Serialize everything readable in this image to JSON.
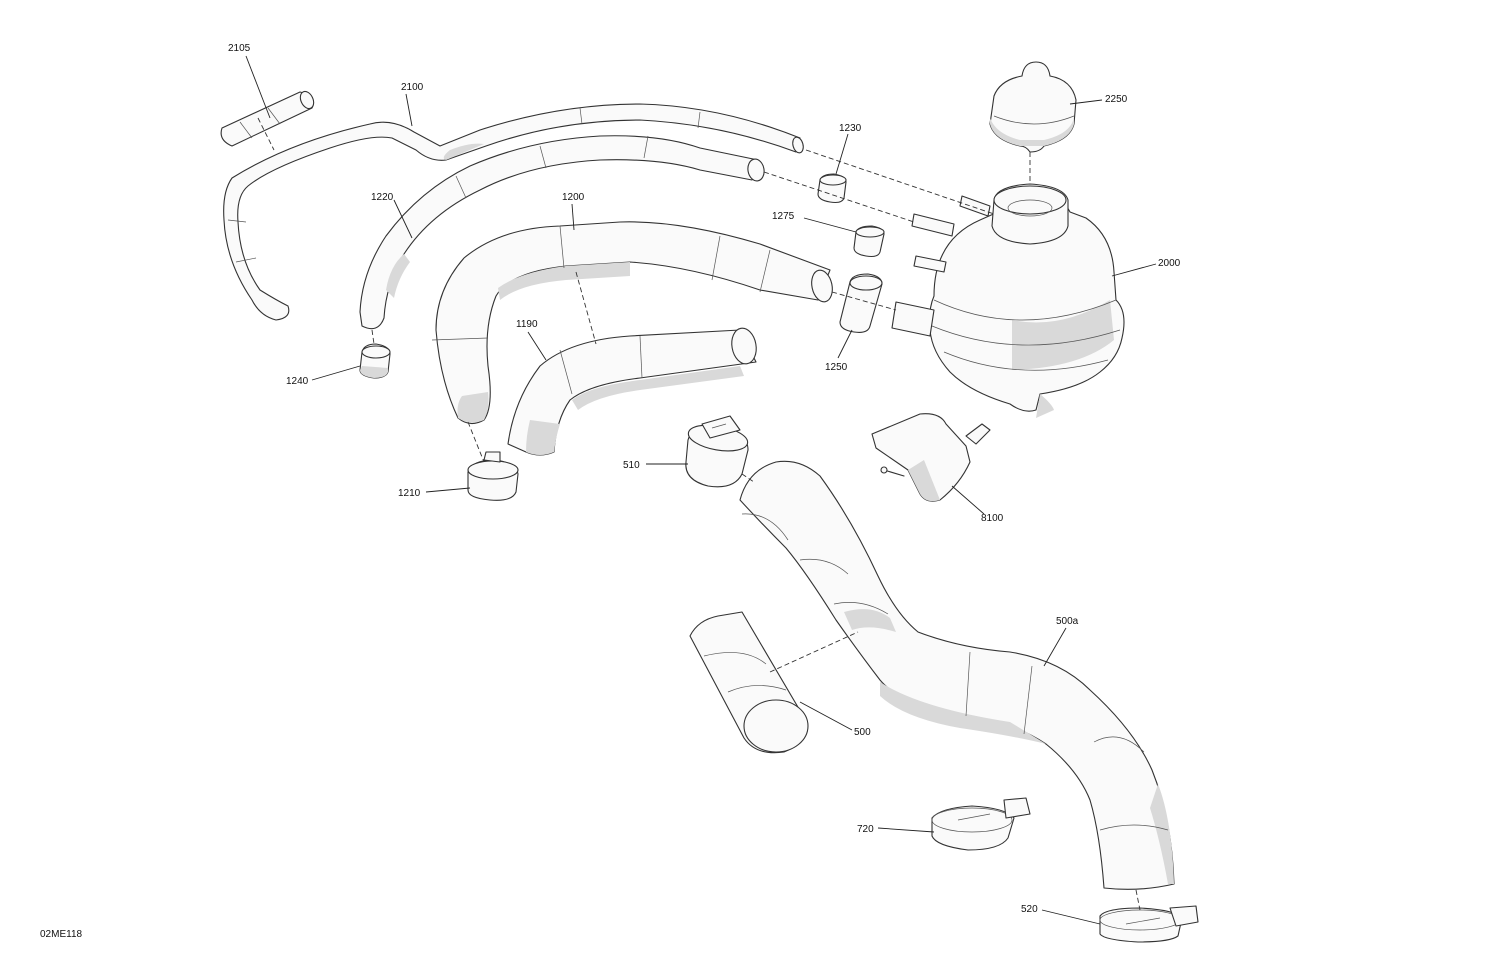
{
  "diagram": {
    "code": "02ME118",
    "labels": {
      "p2105": "2105",
      "p2100": "2100",
      "p1220": "1220",
      "p1200": "1200",
      "p1230": "1230",
      "p1275": "1275",
      "p2250": "2250",
      "p2000": "2000",
      "p1240": "1240",
      "p1190": "1190",
      "p1250": "1250",
      "p1210": "1210",
      "p510": "510",
      "p8100": "8100",
      "p500a": "500a",
      "p500": "500",
      "p720": "720",
      "p520": "520"
    }
  }
}
